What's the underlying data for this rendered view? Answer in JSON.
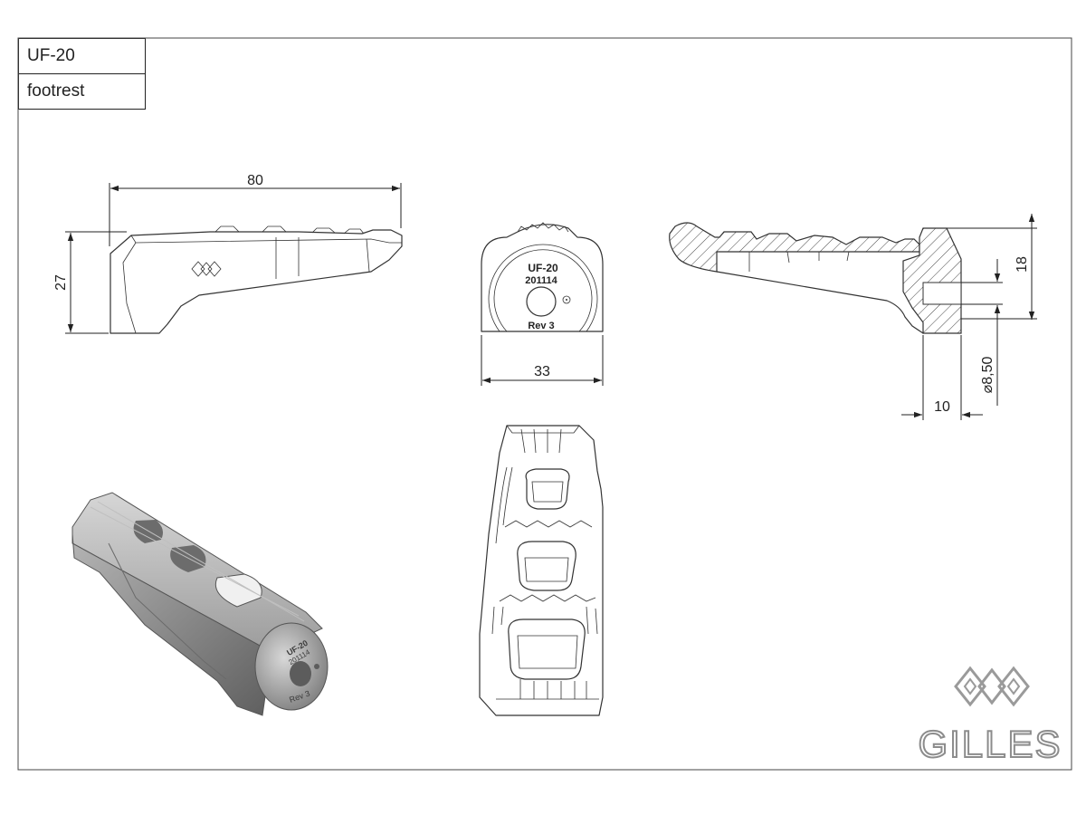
{
  "title_block": {
    "part_code": "UF-20",
    "part_name": "footrest"
  },
  "dimensions": {
    "side_length": "80",
    "side_height": "27",
    "front_width": "33",
    "section_height": "18",
    "hole_diameter": "⌀8,50",
    "hole_depth": "10"
  },
  "engraving": {
    "code": "UF-20",
    "date": "201114",
    "revision": "Rev 3"
  },
  "brand": {
    "name": "GILLES"
  },
  "colors": {
    "line": "#333333",
    "render_body": "#8f8f8f",
    "render_light": "#c8c8c8",
    "render_dark": "#5a5a5a"
  }
}
